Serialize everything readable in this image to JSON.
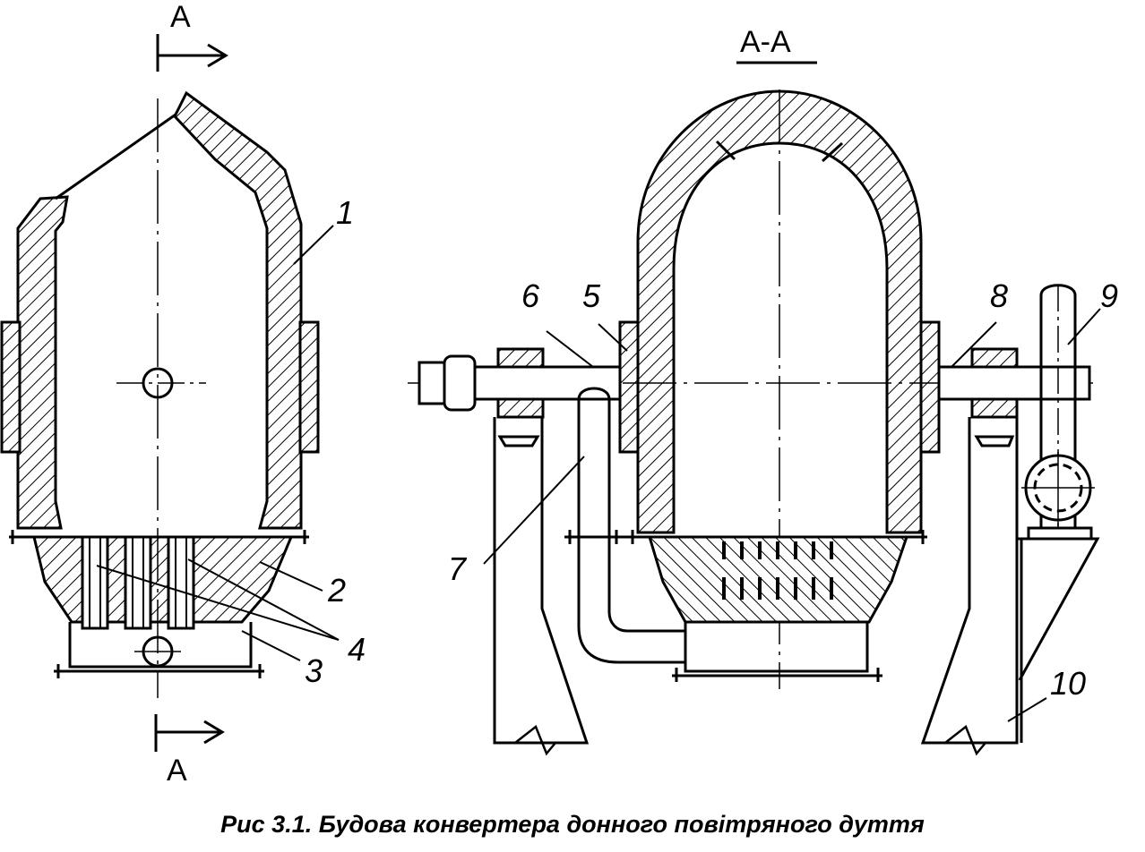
{
  "figure": {
    "section_marks": {
      "top": "A",
      "bottom": "A",
      "section_title": "A-A"
    },
    "labels": [
      "1",
      "2",
      "3",
      "4",
      "5",
      "6",
      "7",
      "8",
      "9",
      "10"
    ],
    "caption": "Рис 3.1. Будова конвертера донного повітряного дуття"
  },
  "colors": {
    "ink": "#000000",
    "background": "#ffffff"
  }
}
